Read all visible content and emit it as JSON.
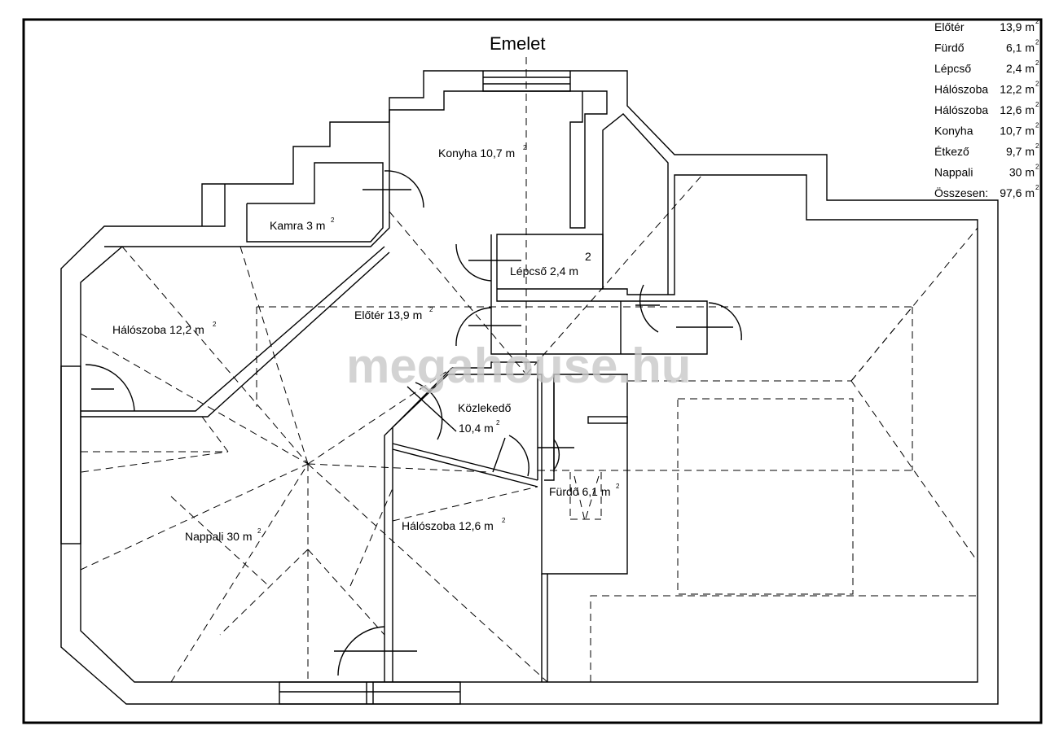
{
  "title": "Emelet",
  "watermark": "megahouse.hu",
  "unit": "m",
  "unit_sup": "2",
  "rooms": {
    "konyha": "Konyha 10,7 m",
    "kamra": "Kamra 3 m",
    "lepcso": "Lépcső 2,4 m",
    "eloter": "Előtér 13,9 m",
    "haloszoba1": "Hálószoba 12,2 m",
    "kozlekedo1": "Közlekedő",
    "kozlekedo2": "10,4 m",
    "furdo": "Fürdő 6,1 m",
    "haloszoba2": "Hálószoba 12,6 m",
    "nappali": "Nappali 30 m"
  },
  "legend": [
    {
      "name": "Előtér",
      "value": "13,9 m"
    },
    {
      "name": "Fürdő",
      "value": "6,1 m"
    },
    {
      "name": "Lépcső",
      "value": "2,4 m"
    },
    {
      "name": "Hálószoba",
      "value": "12,2 m"
    },
    {
      "name": "Hálószoba",
      "value": "12,6 m"
    },
    {
      "name": "Konyha",
      "value": "10,7 m"
    },
    {
      "name": "Étkező",
      "value": "9,7 m"
    },
    {
      "name": "Nappali",
      "value": "30 m"
    },
    {
      "name": "Összesen:",
      "value": "97,6 m"
    }
  ]
}
